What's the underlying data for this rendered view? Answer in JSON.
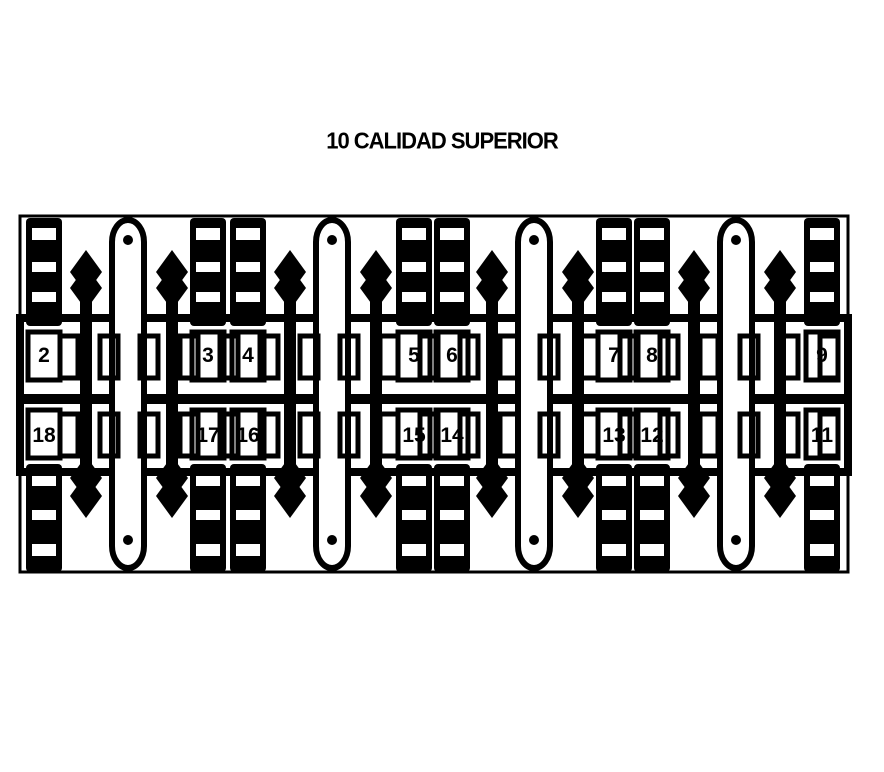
{
  "title": "10 CALIDAD SUPERIOR",
  "top_pins": [
    "2",
    "3",
    "4",
    "5",
    "6",
    "7",
    "8",
    "9"
  ],
  "bottom_pins": [
    "18",
    "17",
    "16",
    "15",
    "14",
    "13",
    "12",
    "11"
  ],
  "colors": {
    "ink": "#000000",
    "paper": "#ffffff"
  }
}
